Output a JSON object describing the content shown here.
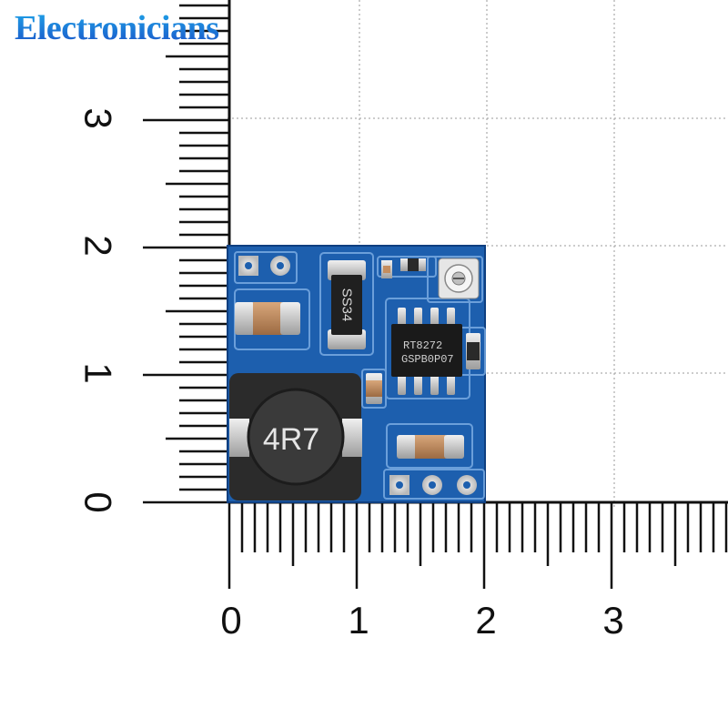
{
  "watermark": {
    "text": "Electronicians"
  },
  "ruler": {
    "unit_ticks_x": [
      "0",
      "1",
      "2",
      "3"
    ],
    "unit_ticks_y": [
      "0",
      "1",
      "2",
      "3"
    ]
  },
  "board": {
    "inductor_label": "4R7",
    "diode_label": "SS34",
    "chip_line1": "RT8272",
    "chip_line2": "GSPB0P07"
  },
  "colors": {
    "pcb": "#1d5fae",
    "ruler": "#111111",
    "grid": "#9a9a9a",
    "brand": "#1b6fd8"
  }
}
